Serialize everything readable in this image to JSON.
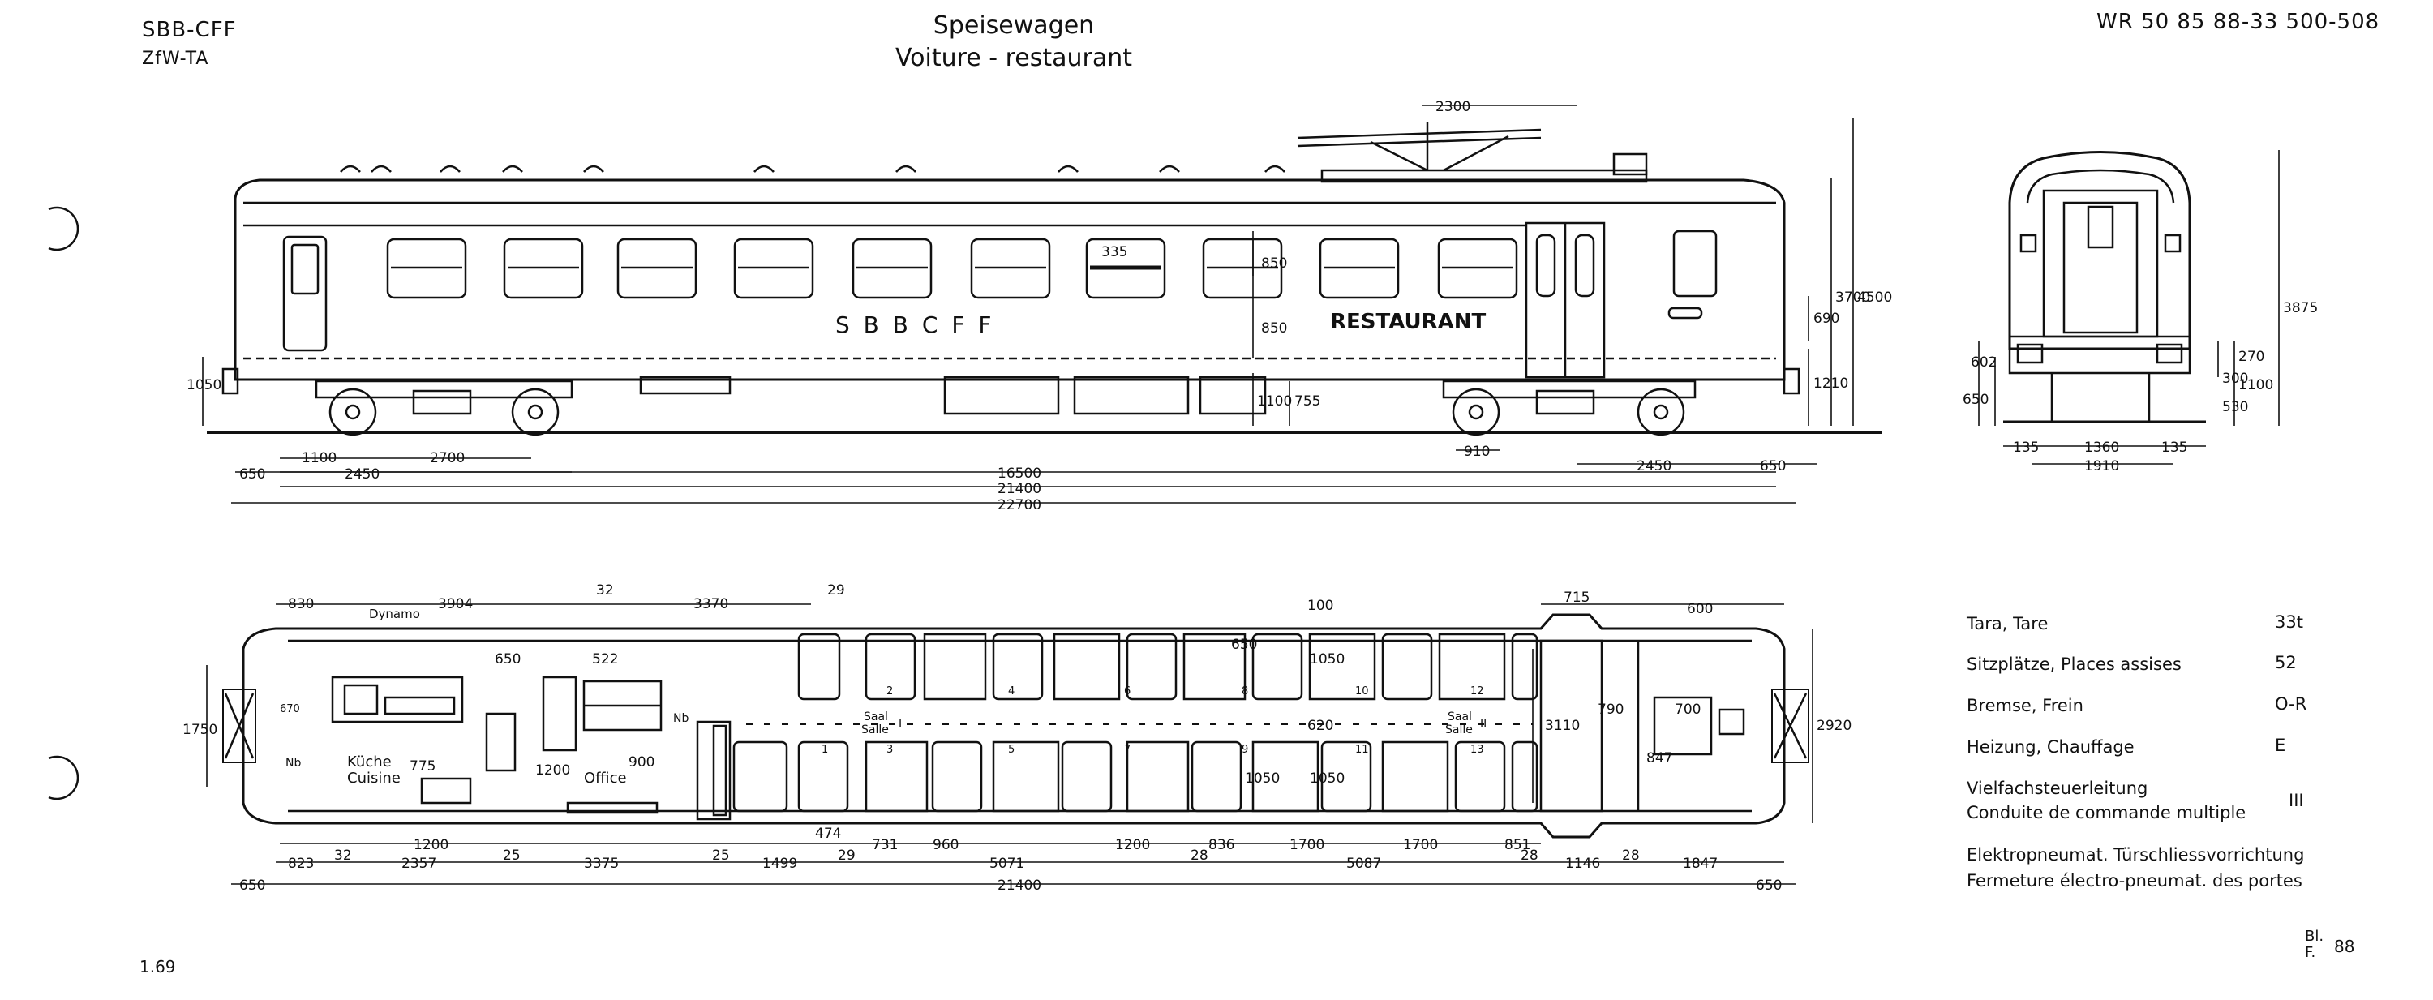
{
  "header": {
    "left_line1": "SBB-CFF",
    "left_line2": "ZfW-TA",
    "title_de": "Speisewagen",
    "title_fr": "Voiture - restaurant",
    "wagon_number": "WR 50 85 88-33 500-508"
  },
  "side_view": {
    "car_lettering": "S B B   C F F",
    "restaurant_lettering": "RESTAURANT",
    "dims": {
      "pantograph": "2300",
      "window_h": "335",
      "window_850": "850",
      "lower_850": "850",
      "h1100": "1100",
      "h755": "755",
      "h1050": "1050",
      "h690": "690",
      "h1210": "1210",
      "h3700": "3700",
      "h4500": "4500",
      "b1100": "1100",
      "b2700": "2700",
      "b2450": "2450",
      "b650l": "650",
      "b910": "910",
      "b2450r": "2450",
      "b650r": "650",
      "b16500": "16500",
      "b21400": "21400",
      "b22700": "22700"
    }
  },
  "end_view": {
    "dims": {
      "h3875": "3875",
      "h270": "270",
      "h300": "300",
      "h1100": "1100",
      "h530": "530",
      "h650": "650",
      "h602": "602",
      "w135l": "135",
      "w1360": "1360",
      "w135r": "135",
      "w1910": "1910"
    }
  },
  "plan_view": {
    "labels": {
      "dynamo": "Dynamo",
      "kuche": "Küche",
      "cuisine": "Cuisine",
      "office": "Office",
      "nb1": "Nb",
      "nb2": "Nb",
      "saal1": "Saal",
      "salle1": "Salle",
      "roman1": "I",
      "saal2": "Saal",
      "salle2": "Salle",
      "roman2": "II"
    },
    "seats": [
      "2",
      "4",
      "6",
      "8",
      "10",
      "12",
      "1",
      "3",
      "5",
      "7",
      "9",
      "11",
      "13"
    ],
    "dims": {
      "t830": "830",
      "t3904": "3904",
      "t32": "32",
      "t3370": "3370",
      "t29": "29",
      "t100": "100",
      "t650": "650",
      "t715": "715",
      "t600": "600",
      "v1750": "1750",
      "v650": "650",
      "v522": "522",
      "v1050a": "1050",
      "v620": "620",
      "v3110": "3110",
      "v790": "790",
      "v700": "700",
      "v2920": "2920",
      "v775": "775",
      "v1200": "1200",
      "v900": "900",
      "v1050b": "1050",
      "v1050c": "1050",
      "v847": "847",
      "v670": "670",
      "b1200": "1200",
      "b474": "474",
      "b731": "731",
      "b960": "960",
      "b1200b": "1200",
      "b836": "836",
      "b1700a": "1700",
      "b1700b": "1700",
      "b851": "851",
      "c823": "823",
      "c32": "32",
      "c2357": "2357",
      "c25a": "25",
      "c3375": "3375",
      "c25b": "25",
      "c1499": "1499",
      "c29": "29",
      "c5071": "5071",
      "c28a": "28",
      "c5087": "5087",
      "c28b": "28",
      "c1146": "1146",
      "c28c": "28",
      "c1847": "1847",
      "d650l": "650",
      "d21400": "21400",
      "d650r": "650"
    }
  },
  "specs": [
    {
      "label": "Tara, Tare",
      "value": "33t"
    },
    {
      "label": "Sitzplätze, Places assises",
      "value": "52"
    },
    {
      "label": "Bremse, Frein",
      "value": "O-R"
    },
    {
      "label": "Heizung, Chauffage",
      "value": "E"
    },
    {
      "label": "Vielfachsteuerleitung",
      "label2": "Conduite de commande multiple",
      "value": "III"
    },
    {
      "label": "Elektropneumat. Türschliessvorrichtung",
      "label2": "Fermeture électro-pneumat. des portes"
    }
  ],
  "footer": {
    "date": "1.69",
    "sheet_label1": "Bl.",
    "sheet_label2": "F.",
    "sheet_no": "88"
  }
}
